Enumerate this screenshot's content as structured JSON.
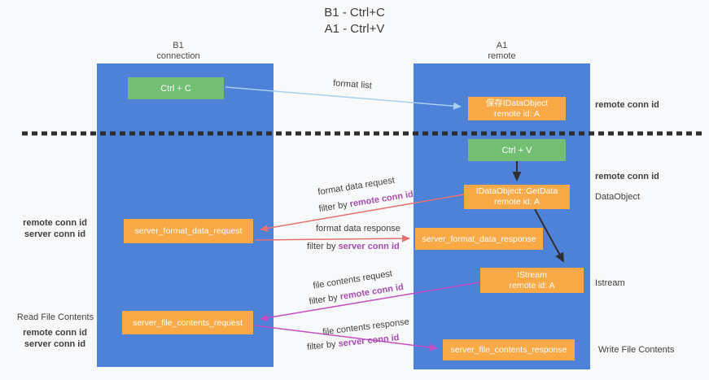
{
  "title": {
    "line1": "B1 - Ctrl+C",
    "line2": "A1 - Ctrl+V"
  },
  "lanes": {
    "left": {
      "name": "B1",
      "subtitle": "connection"
    },
    "right": {
      "name": "A1",
      "subtitle": "remote"
    }
  },
  "nodes": {
    "ctrl_c": {
      "label": "Ctrl + C"
    },
    "save_idataobject": {
      "line1": "保存IDataObject",
      "line2": "remote id: A"
    },
    "ctrl_v": {
      "label": "Ctrl + V"
    },
    "getdata": {
      "line1": "IDataObject::GetData",
      "line2": "remote id: A"
    },
    "server_format_data_request": {
      "label": "server_format_data_request"
    },
    "server_format_data_response": {
      "label": "server_format_data_response"
    },
    "istream": {
      "line1": "IStream",
      "line2": "remote id: A"
    },
    "server_file_contents_request": {
      "label": "server_file_contents_request"
    },
    "server_file_contents_response": {
      "label": "server_file_contents_response"
    }
  },
  "edge_labels": {
    "format_list": "format list",
    "format_data_request": "format data request",
    "format_data_response": "format data response",
    "file_contents_request": "file contents request",
    "file_contents_response": "file contents response",
    "filter_by": "filter by",
    "remote_conn_id": "remote conn id",
    "server_conn_id": "server conn id"
  },
  "annotations": {
    "left": {
      "remote_conn_id_1": "remote conn id",
      "server_conn_id_1": "server conn id",
      "read_file_contents": "Read File Contents",
      "remote_conn_id_2": "remote conn id",
      "server_conn_id_2": "server conn id"
    },
    "right": {
      "remote_conn_id_1": "remote conn id",
      "remote_conn_id_2": "remote conn id",
      "dataobject": "DataObject",
      "istream": "Istream",
      "write_file_contents": "Write File Contents"
    }
  },
  "colors": {
    "lane_blue": "#4e82d8",
    "node_green": "#72bf74",
    "node_orange": "#f9a945",
    "arrow_lightblue": "#a9cfef",
    "arrow_red": "#e97070",
    "arrow_magenta": "#c44fc4",
    "arrow_black": "#2f2f2f",
    "text_purple": "#a64cb2",
    "text_green": "#5cb85f"
  }
}
